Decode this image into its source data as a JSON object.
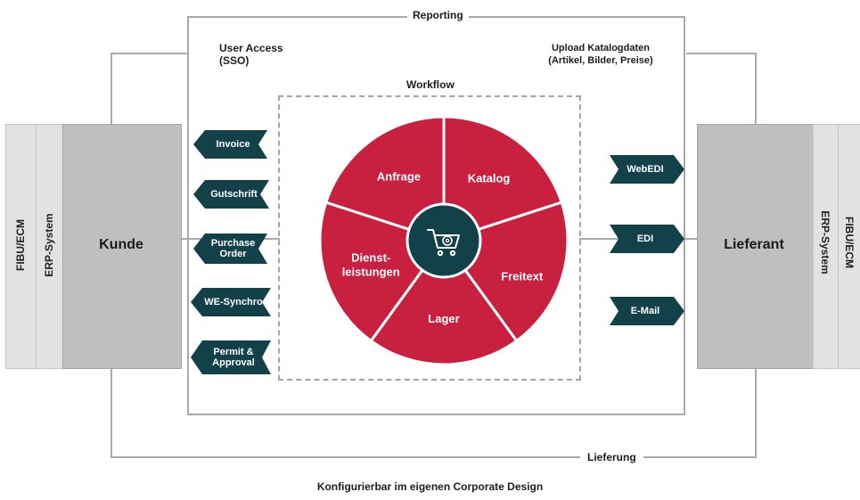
{
  "top": {
    "reporting": "Reporting",
    "user_access_line1": "User Access",
    "user_access_line2": "(SSO)",
    "upload_line1": "Upload Katalogdaten",
    "upload_line2": "(Artikel, Bilder, Preise)",
    "workflow": "Workflow"
  },
  "left": {
    "outer": "FIBU/ECM",
    "middle": "ERP-System",
    "party": "Kunde",
    "tags": [
      {
        "line1": "Invoice",
        "line2": ""
      },
      {
        "line1": "Gutschrift",
        "line2": ""
      },
      {
        "line1": "Purchase",
        "line2": "Order"
      },
      {
        "line1": "WE-Synchro",
        "line2": ""
      },
      {
        "line1": "Permit &",
        "line2": "Approval"
      }
    ]
  },
  "right": {
    "party": "Lieferant",
    "middle": "ERP-System",
    "outer": "FIBU/ECM",
    "tags": [
      {
        "line1": "WebEDI"
      },
      {
        "line1": "EDI"
      },
      {
        "line1": "E-Mail"
      }
    ]
  },
  "wheel": {
    "segments": [
      {
        "line1": "Katalog",
        "line2": ""
      },
      {
        "line1": "Freitext",
        "line2": ""
      },
      {
        "line1": "Lager",
        "line2": ""
      },
      {
        "line1": "Dienst-",
        "line2": "leistungen"
      },
      {
        "line1": "Anfrage",
        "line2": ""
      }
    ],
    "center_icon": "shopping-cart-icon"
  },
  "bottom": {
    "lieferung": "Lieferung",
    "caption": "Konfigurierbar im eigenen Corporate Design"
  },
  "colors": {
    "wheel_red": "#c8203e",
    "center_teal": "#12414a",
    "tag_teal": "#12414a",
    "panel_gray": "#bfbfbf",
    "panel_light": "#e2e2e2",
    "line_gray": "#a9a9a9"
  }
}
